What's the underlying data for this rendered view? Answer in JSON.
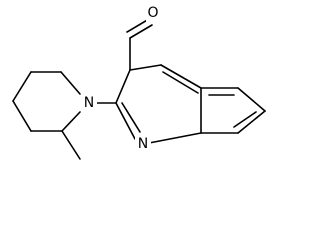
{
  "structure": {
    "atoms": {
      "aldehyde_oxygen": "O",
      "piperidine_nitrogen": "N",
      "quinoline_nitrogen": "N"
    }
  },
  "colors": {
    "bond": "#000000",
    "background": "#ffffff"
  }
}
